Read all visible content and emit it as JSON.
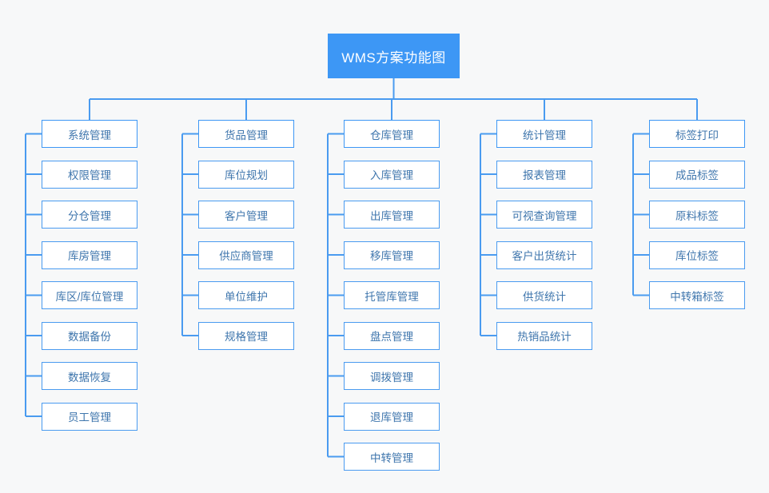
{
  "diagram": {
    "type": "org-tree",
    "title": "WMS方案功能图",
    "background_color": "#f7f8f9",
    "accent_color": "#3d97f5",
    "node_border_color": "#4a9bf0",
    "node_text_color": "#3f76ad",
    "root": {
      "label": "WMS方案功能图"
    },
    "columns": [
      {
        "id": "system-management",
        "head": "系统管理",
        "items": [
          "权限管理",
          "分仓管理",
          "库房管理",
          "库区/库位管理",
          "数据备份",
          "数据恢复",
          "员工管理"
        ]
      },
      {
        "id": "goods-management",
        "head": "货品管理",
        "items": [
          "库位规划",
          "客户管理",
          "供应商管理",
          "单位维护",
          "规格管理"
        ]
      },
      {
        "id": "warehouse-management",
        "head": "仓库管理",
        "items": [
          "入库管理",
          "出库管理",
          "移库管理",
          "托管库管理",
          "盘点管理",
          "调拨管理",
          "退库管理",
          "中转管理"
        ]
      },
      {
        "id": "statistics-management",
        "head": "统计管理",
        "items": [
          "报表管理",
          "可视查询管理",
          "客户出货统计",
          "供货统计",
          "热销品统计"
        ]
      },
      {
        "id": "label-printing",
        "head": "标签打印",
        "items": [
          "成品标签",
          "原料标签",
          "库位标签",
          "中转箱标签"
        ]
      }
    ]
  }
}
